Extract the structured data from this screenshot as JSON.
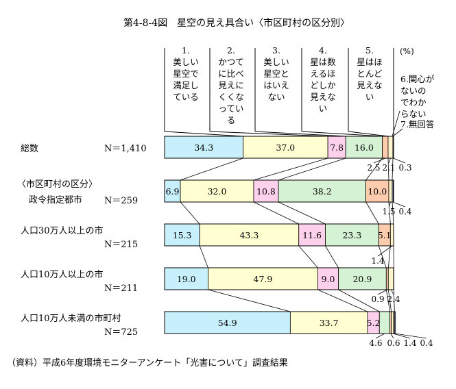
{
  "chart_data": {
    "type": "bar",
    "stacked": true,
    "orientation": "horizontal",
    "normalized_100": true,
    "title": "第4-8-4図　星空の見え具合い〈市区町村の区分別〉",
    "unit": "(%)",
    "source": "（資料）平成6年度環境モニターアンケート「光害について」調査結果",
    "group_label": "〈市区町村の区分〉",
    "series": [
      {
        "name": "1.\n美しい\n星空で\n満足し\nている",
        "color": "#c8f0fc"
      },
      {
        "name": "2.\nかつて\nに比べ\n見えに\nくくな\nってい\nる",
        "color": "#ffffd2"
      },
      {
        "name": "3.\n美しい\n星空と\nはいえ\nない",
        "color": "#fdd0ec"
      },
      {
        "name": "4.\n星は数\nえるほ\nどしか\n見えな\nい",
        "color": "#d5f2d5"
      },
      {
        "name": "5.\n星はほ\nとんど\n見えな\nい",
        "color": "#fcccac"
      },
      {
        "name": "6.関心が\nないの\nでわか\nらない",
        "color": "#fff5cc"
      },
      {
        "name": "7.無回答",
        "color": "#c9c0ec"
      }
    ],
    "categories": [
      {
        "label": "総数",
        "n": "N＝1,410",
        "values": [
          34.3,
          37.0,
          7.8,
          16.0,
          2.5,
          2.1,
          0.3
        ]
      },
      {
        "label": "政令指定都市",
        "n": "N＝259",
        "values": [
          6.9,
          32.0,
          10.8,
          38.2,
          10.0,
          1.5,
          0.4
        ]
      },
      {
        "label": "人口30万人以上の市",
        "n": "N＝215",
        "values": [
          15.3,
          43.3,
          11.6,
          23.3,
          5.1,
          1.4,
          0.0
        ]
      },
      {
        "label": "人口10万人以上の市",
        "n": "N＝211",
        "values": [
          19.0,
          47.9,
          9.0,
          20.9,
          0.9,
          2.4,
          0.0
        ]
      },
      {
        "label": "人口10万人未満の市町村",
        "n": "N＝725",
        "values": [
          54.9,
          33.7,
          5.2,
          4.6,
          0.6,
          1.4,
          0.4
        ]
      }
    ],
    "inside_labels": [
      [
        "34.3",
        "37.0",
        "7.8",
        "16.0",
        "",
        "",
        ""
      ],
      [
        "6.9",
        "32.0",
        "10.8",
        "38.2",
        "10.0",
        "",
        ""
      ],
      [
        "15.3",
        "43.3",
        "11.6",
        "23.3",
        "5.1",
        "",
        ""
      ],
      [
        "19.0",
        "47.9",
        "9.0",
        "20.9",
        "",
        "",
        ""
      ],
      [
        "54.9",
        "33.7",
        "5.2",
        "",
        "",
        "",
        ""
      ]
    ],
    "outside_labels": [
      [
        "2.5",
        "2.1",
        "0.3"
      ],
      [
        "1.5",
        "0.4"
      ],
      [
        "1.4"
      ],
      [
        "0.9",
        "2.4"
      ],
      [
        "4.6",
        "0.6",
        "1.4",
        "0.4"
      ]
    ],
    "grid": false,
    "legend_position": "top"
  }
}
